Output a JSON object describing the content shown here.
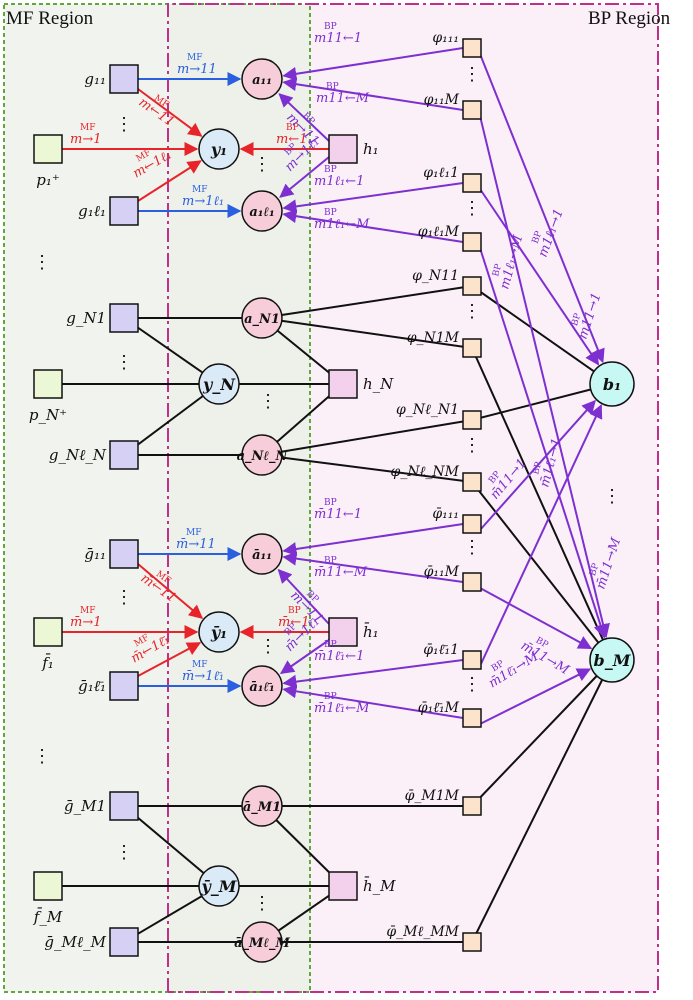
{
  "regions": {
    "mf": {
      "title": "MF Region",
      "fill": "#f1f4ee",
      "border": "#5fa83a"
    },
    "bp": {
      "title": "BP Region",
      "fill": "#fbf0f8",
      "border": "#c0308a"
    }
  },
  "colors": {
    "mf_message": "#e8242b",
    "bp_message": "#7e2fd0",
    "bp_to_mf": "#e8242b",
    "a_to_b_message": "#7e2fd0",
    "edge": "#111111",
    "factor_g": "#d6d0f5",
    "factor_p": "#ecf7d6",
    "factor_h": "#f3d0ec",
    "factor_phi": "#fbe3cc",
    "var_a": "#f6cdd9",
    "var_y": "#dbeaf7",
    "var_b": "#c8f8f4",
    "blue_message": "#2a5fe0"
  },
  "nodes": {
    "g11": "g₁₁",
    "g1l1": "g₁ℓ₁",
    "gN1": "g_N1",
    "gNlN": "g_Nℓ_N",
    "gbar11": "ḡ₁₁",
    "gbar1l1": "ḡ₁ℓ̄₁",
    "gbarM1": "ḡ_M1",
    "gbarMlM": "ḡ_Mℓ_M",
    "p1": "p₁⁺",
    "pN": "p_N⁺",
    "f1": "f̄₁",
    "fM": "f̄_M",
    "y1": "y₁",
    "yN": "y_N",
    "ybar1": "ȳ₁",
    "ybarM": "ȳ_M",
    "a11": "a₁₁",
    "a1l1": "a₁ℓ₁",
    "aN1": "a_N1",
    "aNlN": "a_Nℓ_N",
    "abar11": "ā₁₁",
    "abar1l1": "ā₁ℓ̄₁",
    "abarM1": "ā_M1",
    "abarMlM": "ā_Mℓ_M",
    "h1": "h₁",
    "hN": "h_N",
    "hbar1": "h̄₁",
    "hbarM": "h̄_M",
    "b1": "b₁",
    "bM": "b_M",
    "phi111": "φ₁₁₁",
    "phi11M": "φ₁₁M",
    "phi1l11": "φ₁ℓ₁1",
    "phi1l1M": "φ₁ℓ₁M",
    "phiN11": "φ_N11",
    "phiN1M": "φ_N1M",
    "phiNlN1": "φ_Nℓ_N1",
    "phiNlNM": "φ_Nℓ_NM",
    "phibar111": "φ̄₁₁₁",
    "phibar11M": "φ̄₁₁M",
    "phibar1l11": "φ̄₁ℓ̄₁1",
    "phibar1l1M": "φ̄₁ℓ̄₁M",
    "phibarM1M": "φ̄_M1M",
    "phibarMlMM": "φ̄_Mℓ_MM"
  },
  "messages": {
    "m_to_11": "m→11",
    "m_from_11": "m←11",
    "m_to_1": "m→1",
    "m_from_1l1": "m←1ℓ₁",
    "m_to_1l1": "m→1ℓ₁",
    "m_bp_from_1": "m←1",
    "m_11_from_1": "m11←1",
    "m_11_from_M": "m11←M",
    "m_to_11_bp": "m→11",
    "m_to_1l1_bp": "m→1ℓ₁",
    "m_1l1_from_1": "m1ℓ₁←1",
    "m_1l1_from_M": "m1ℓ₁←M",
    "m_1l1_to_1": "m1ℓ₁→1",
    "m_1l1_to_M": "m1ℓ₁→M",
    "m_11_to_1": "m11→1",
    "m_11_to_M": "m11→M",
    "bar_m_to_11": "m̄→11",
    "bar_m_from_11": "m̄←11",
    "bar_m_to_1": "m̄→1",
    "bar_m_from_1l1": "m̄←1ℓ̄₁",
    "bar_m_to_1l1": "m̄→1ℓ̄₁",
    "bar_m_bp_from_1": "m̄←1",
    "bar_m_11_from_1": "m̄11←1",
    "bar_m_11_from_M": "m̄11←M",
    "bar_m_to_11_bp": "m̄→11",
    "bar_m_to_1l1_bp": "m̄→1ℓ̄₁",
    "bar_m_1l1_from_1": "m̄1ℓ̄₁←1",
    "bar_m_1l1_from_M": "m̄1ℓ̄₁←M",
    "bar_m_11_to_1": "m̄11→1",
    "bar_m_11_to_M": "m̄11→M",
    "bar_m_1l1_to_1": "m̄1ℓ̄₁→1",
    "bar_m_1l1_to_M": "m̄1ℓ̄₁→M"
  },
  "superscripts": {
    "mf": "MF",
    "bp": "BP"
  },
  "ellipsis": "⋮"
}
